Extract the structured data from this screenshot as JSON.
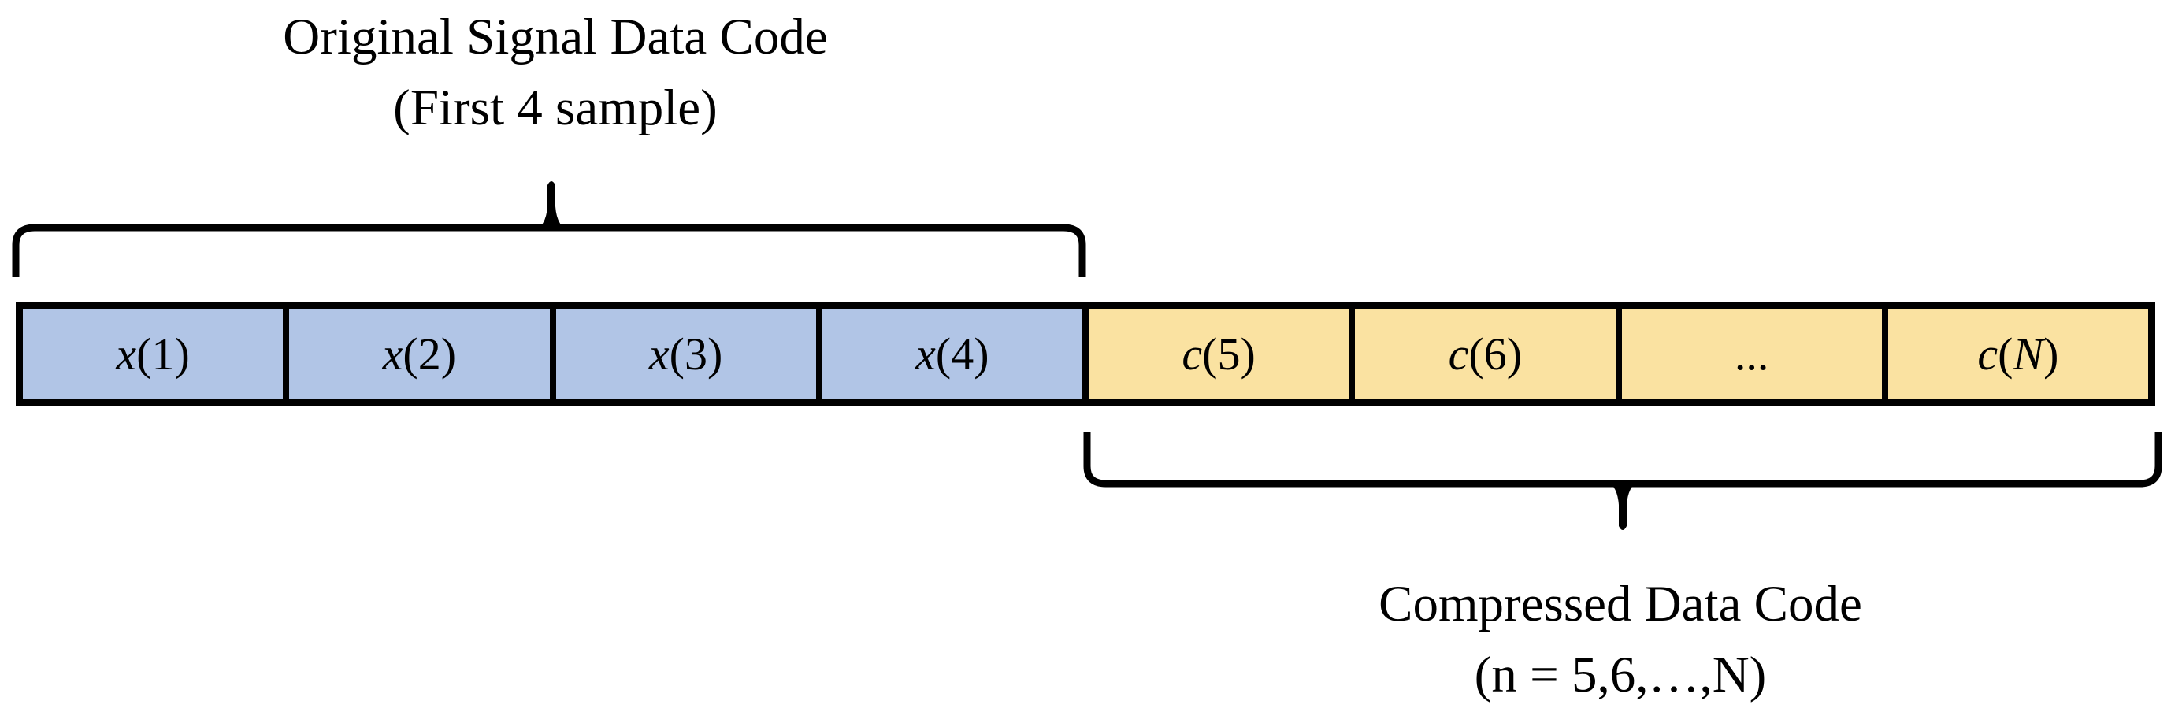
{
  "labels": {
    "top": {
      "line1": "Original Signal Data Code",
      "line2": "(First 4 sample)"
    },
    "bottom": {
      "line1": "Compressed Data Code",
      "line2": "(n = 5,6,…,N)"
    }
  },
  "cells": [
    {
      "name": "cell-x1",
      "section": "original",
      "label_parts": [
        {
          "text": "x",
          "italic": true
        },
        {
          "text": "(1)",
          "italic": false
        }
      ]
    },
    {
      "name": "cell-x2",
      "section": "original",
      "label_parts": [
        {
          "text": "x",
          "italic": true
        },
        {
          "text": "(2)",
          "italic": false
        }
      ]
    },
    {
      "name": "cell-x3",
      "section": "original",
      "label_parts": [
        {
          "text": "x",
          "italic": true
        },
        {
          "text": "(3)",
          "italic": false
        }
      ]
    },
    {
      "name": "cell-x4",
      "section": "original",
      "label_parts": [
        {
          "text": "x",
          "italic": true
        },
        {
          "text": "(4)",
          "italic": false
        }
      ]
    },
    {
      "name": "cell-c5",
      "section": "compressed",
      "label_parts": [
        {
          "text": "c",
          "italic": true
        },
        {
          "text": "(5)",
          "italic": false
        }
      ]
    },
    {
      "name": "cell-c6",
      "section": "compressed",
      "label_parts": [
        {
          "text": "c",
          "italic": true
        },
        {
          "text": "(6)",
          "italic": false
        }
      ]
    },
    {
      "name": "cell-ellipsis",
      "section": "compressed",
      "label_parts": [
        {
          "text": "...",
          "italic": false
        }
      ]
    },
    {
      "name": "cell-cN",
      "section": "compressed",
      "label_parts": [
        {
          "text": "c",
          "italic": true
        },
        {
          "text": "(",
          "italic": false
        },
        {
          "text": "N",
          "italic": true
        },
        {
          "text": ")",
          "italic": false
        }
      ]
    }
  ],
  "colors": {
    "original_fill": "#B1C5E6",
    "compressed_fill": "#FAE2A1",
    "border": "#000000",
    "background": "#FFFFFF",
    "text": "#000000"
  }
}
